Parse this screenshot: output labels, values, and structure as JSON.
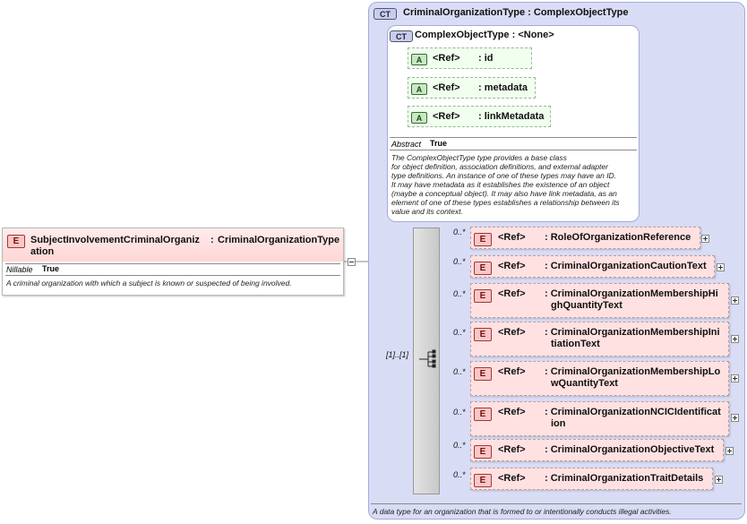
{
  "root_element": {
    "badge": "E",
    "name_line1": "SubjectInvolvementCriminalOrganiz",
    "name_line2": "ation",
    "type_sep": ":",
    "type_line1": "CriminalOrganizationType",
    "nillable_label": "Nillable",
    "nillable_value": "True",
    "documentation": "A criminal organization with which a subject is known or suspected of being involved."
  },
  "complex_type": {
    "badge": "CT",
    "title": "CriminalOrganizationType",
    "type_sep": ":",
    "base": "ComplexObjectType",
    "documentation": "A data type for an organization that is formed to or intentionally conducts illegal activities."
  },
  "base_type": {
    "badge": "CT",
    "title": "ComplexObjectType",
    "type_sep": ":",
    "base": "<None>",
    "attributes": [
      {
        "badge": "A",
        "ref": "<Ref>",
        "name": ": id"
      },
      {
        "badge": "A",
        "ref": "<Ref>",
        "name": ": metadata"
      },
      {
        "badge": "A",
        "ref": "<Ref>",
        "name": ": linkMetadata"
      }
    ],
    "abstract_label": "Abstract",
    "abstract_value": "True",
    "documentation_lines": [
      "The ComplexObjectType type provides a base class",
      "for object definition, association definitions, and external adapter",
      "type definitions. An instance of one of these types may have an ID.",
      "It may have metadata as it establishes the existence of an object",
      "(maybe a conceptual object). It may also have link metadata, as an",
      "element of one of these types establishes a relationship between its",
      "value and its context."
    ]
  },
  "sequence": {
    "occurrence": "[1]..[1]",
    "children": [
      {
        "occ": "0..*",
        "badge": "E",
        "ref": "<Ref>",
        "line1": ": RoleOfOrganizationReference",
        "line2": ""
      },
      {
        "occ": "0..*",
        "badge": "E",
        "ref": "<Ref>",
        "line1": ": CriminalOrganizationCautionText",
        "line2": ""
      },
      {
        "occ": "0..*",
        "badge": "E",
        "ref": "<Ref>",
        "line1": ": CriminalOrganizationMembershipHi",
        "line2": "ghQuantityText"
      },
      {
        "occ": "0..*",
        "badge": "E",
        "ref": "<Ref>",
        "line1": ": CriminalOrganizationMembershipIni",
        "line2": "tiationText"
      },
      {
        "occ": "0..*",
        "badge": "E",
        "ref": "<Ref>",
        "line1": ": CriminalOrganizationMembershipLo",
        "line2": "wQuantityText"
      },
      {
        "occ": "0..*",
        "badge": "E",
        "ref": "<Ref>",
        "line1": ": CriminalOrganizationNCICIdentificat",
        "line2": "ion"
      },
      {
        "occ": "0..*",
        "badge": "E",
        "ref": "<Ref>",
        "line1": ": CriminalOrganizationObjectiveText",
        "line2": ""
      },
      {
        "occ": "0..*",
        "badge": "E",
        "ref": "<Ref>",
        "line1": ": CriminalOrganizationTraitDetails",
        "line2": ""
      }
    ]
  }
}
